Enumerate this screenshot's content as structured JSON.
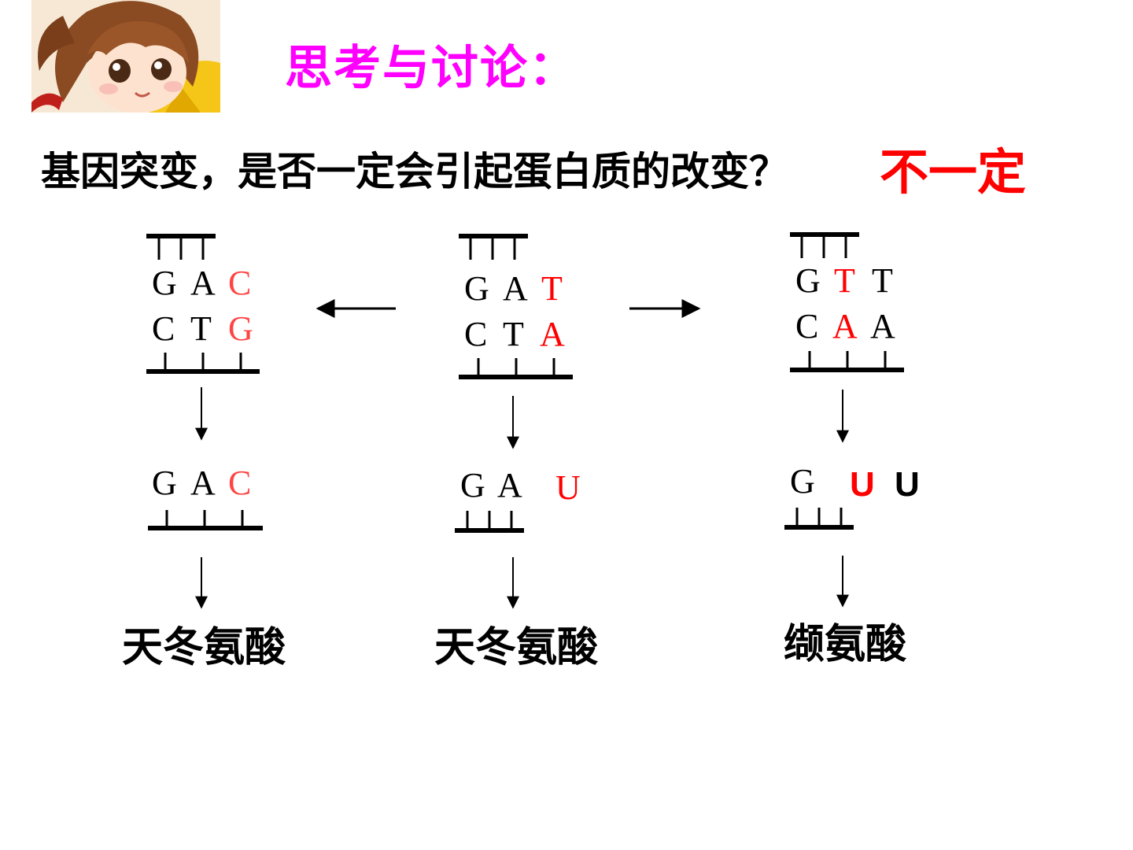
{
  "title": "思考与讨论：",
  "question": "基因突变，是否一定会引起蛋白质的改变？",
  "answer": "不一定",
  "colors": {
    "title": "#ff00ff",
    "answer": "#ff0000",
    "mutated_base": "#ff0000",
    "changed_base_left": "#ff4444",
    "text": "#000000"
  },
  "columns": [
    {
      "dna_top": [
        "G",
        "A",
        "C"
      ],
      "dna_bottom": [
        "C",
        "T",
        "G"
      ],
      "mrna": [
        "G",
        "A",
        "C"
      ],
      "amino_acid": "天冬氨酸"
    },
    {
      "dna_top": [
        "G",
        "A",
        "T"
      ],
      "dna_bottom": [
        "C",
        "T",
        "A"
      ],
      "mrna": [
        "G",
        "A",
        "U"
      ],
      "amino_acid": "天冬氨酸"
    },
    {
      "dna_top": [
        "G",
        "T",
        "T"
      ],
      "dna_bottom": [
        "C",
        "A",
        "A"
      ],
      "mrna": [
        "G",
        "U",
        "U"
      ],
      "amino_acid": "缬氨酸"
    }
  ],
  "icons": {
    "avatar": "girl-avatar-icon"
  }
}
